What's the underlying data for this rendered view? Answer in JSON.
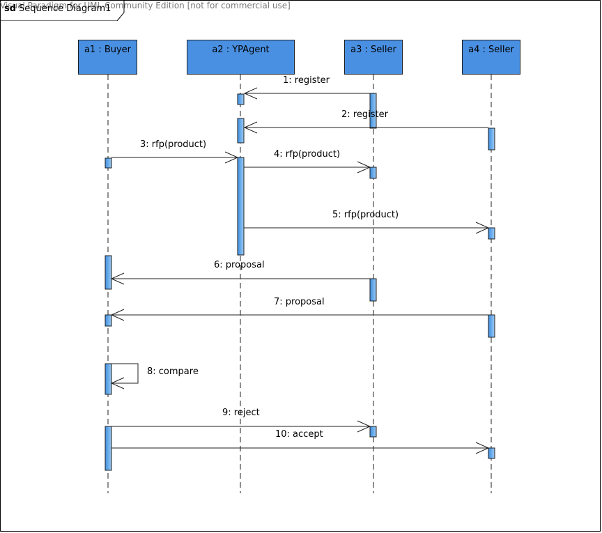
{
  "watermark": "Visual Paradigm for UML Community Edition [not for commercial use]",
  "frame": {
    "keyword": "sd",
    "name": "Sequence Diagram1"
  },
  "lifelines": [
    {
      "id": "a1",
      "label": "a1 : Buyer"
    },
    {
      "id": "a2",
      "label": "a2 : YPAgent"
    },
    {
      "id": "a3",
      "label": "a3 : Seller"
    },
    {
      "id": "a4",
      "label": "a4 : Seller"
    }
  ],
  "messages": [
    {
      "label": "1: register",
      "from": "a3",
      "to": "a2"
    },
    {
      "label": "2: register",
      "from": "a4",
      "to": "a2"
    },
    {
      "label": "3: rfp(product)",
      "from": "a1",
      "to": "a2"
    },
    {
      "label": "4: rfp(product)",
      "from": "a2",
      "to": "a3"
    },
    {
      "label": "5: rfp(product)",
      "from": "a2",
      "to": "a4"
    },
    {
      "label": "6: proposal",
      "from": "a3",
      "to": "a1"
    },
    {
      "label": "7: proposal",
      "from": "a4",
      "to": "a1"
    },
    {
      "label": "8: compare",
      "from": "a1",
      "to": "a1"
    },
    {
      "label": "9: reject",
      "from": "a1",
      "to": "a3"
    },
    {
      "label": "10: accept",
      "from": "a1",
      "to": "a4"
    }
  ],
  "colors": {
    "lifeline_fill": "#4a90e2",
    "activation_fill": "#5ea6ec",
    "line": "#1f1f1f"
  }
}
